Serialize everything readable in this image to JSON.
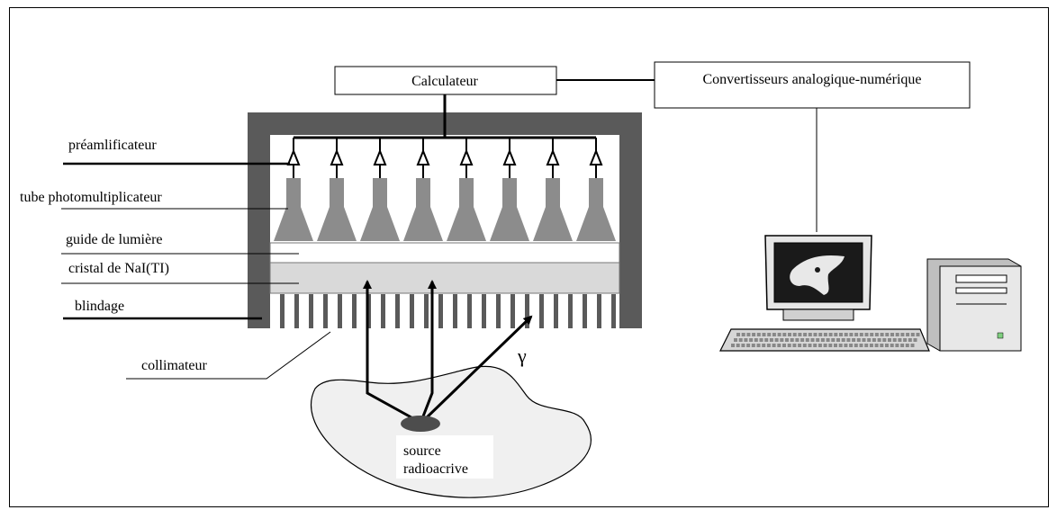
{
  "labels": {
    "calculateur": "Calculateur",
    "convertisseurs": "Convertisseurs analogique-numérique",
    "preamplificateur": "préamlificateur",
    "tube": "tube photomultiplicateur",
    "guide": "guide de lumière",
    "cristal": "cristal de NaI(TI)",
    "blindage": "blindage",
    "collimateur": "collimateur",
    "gamma": "γ",
    "source_line1": "source",
    "source_line2": "radioacrive"
  },
  "colors": {
    "shield": "#5a5a5a",
    "tube": "#8c8c8c",
    "crystal": "#d9d9d9",
    "body_region": "#f0f0f0",
    "source": "#4d4d4d"
  },
  "counts": {
    "photomultiplier_tubes": 8,
    "collimator_septa": 24
  }
}
